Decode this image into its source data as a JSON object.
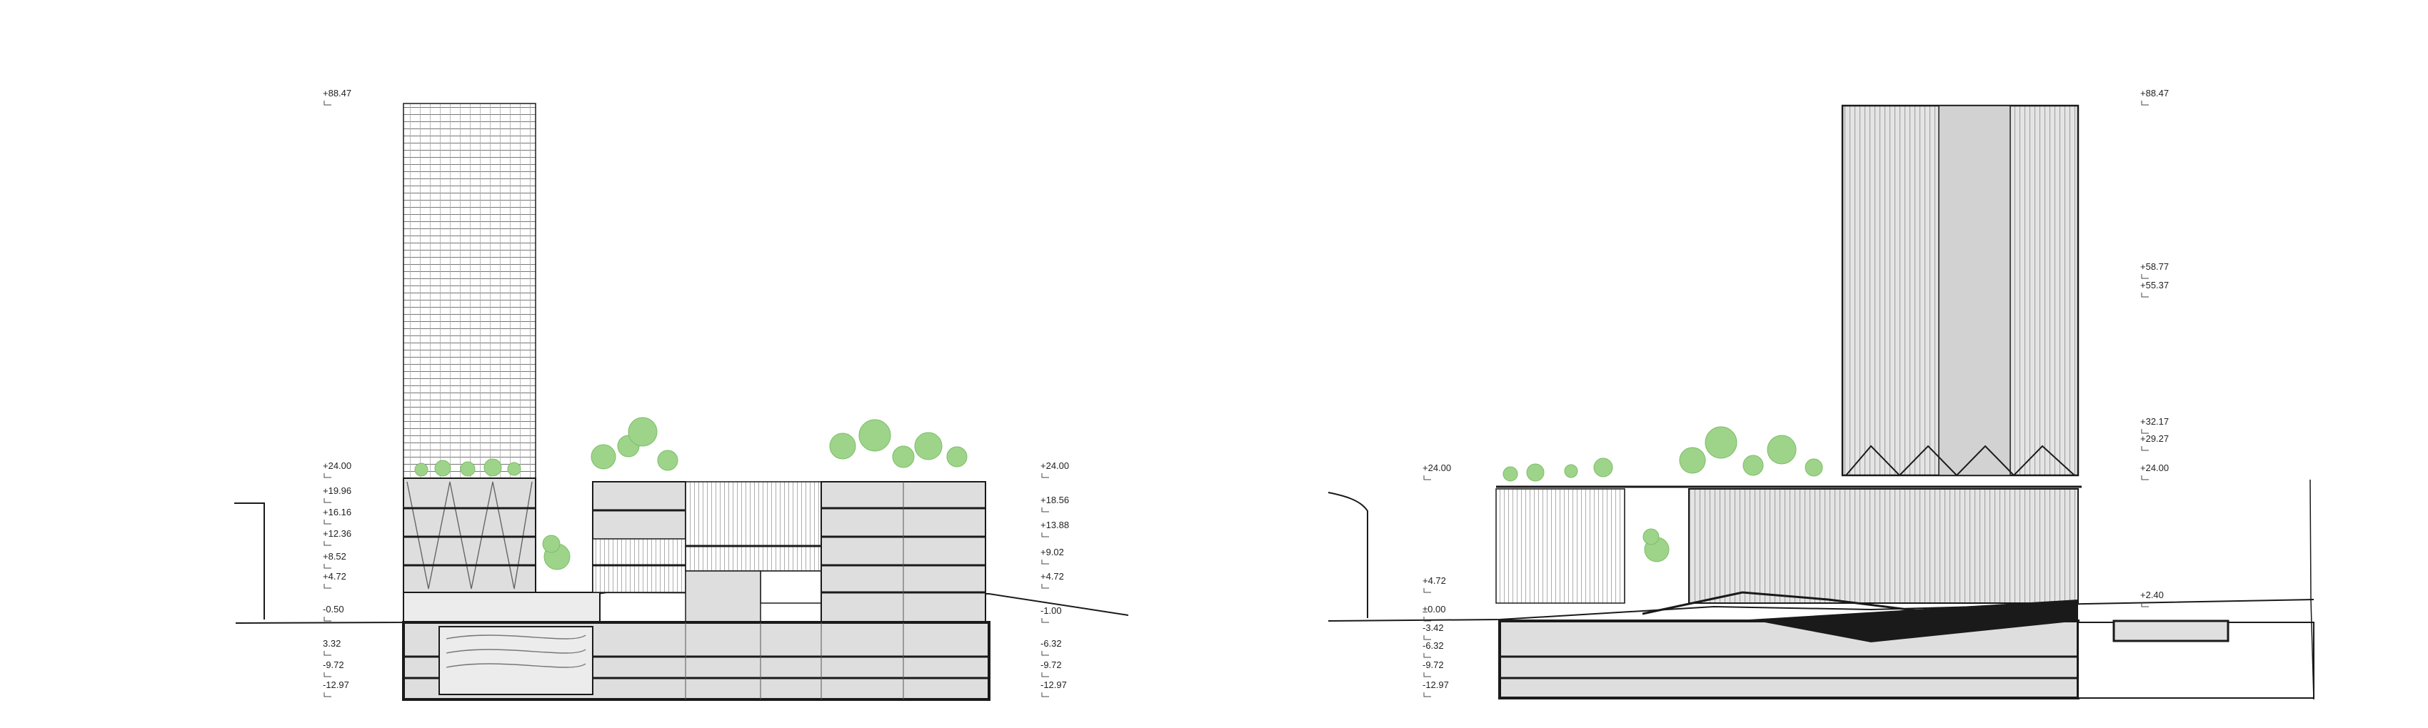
{
  "sections": [
    {
      "id": "left",
      "levels_left": [
        "+88.47",
        "+24.00",
        "+19.96",
        "+16.16",
        "+12.36",
        "+8.52",
        "+4.72",
        "-0.50",
        "3.32",
        "-9.72",
        "-12.97"
      ],
      "levels_right": [
        "+24.00",
        "+18.56",
        "+13.88",
        "+9.02",
        "+4.72",
        "-1.00",
        "-6.32",
        "-9.72",
        "-12.97"
      ]
    },
    {
      "id": "right",
      "levels_left": [
        "+24.00",
        "+4.72",
        "±0.00",
        "-3.42",
        "-6.32",
        "-9.72",
        "-12.97"
      ],
      "levels_right": [
        "+88.47",
        "+58.77",
        "+55.37",
        "+32.17",
        "+29.27",
        "+24.00",
        "+2.40"
      ]
    }
  ],
  "colors": {
    "line": "#1a1a1a",
    "fill_grey": "#dedede",
    "fill_light": "#ececec",
    "tree_green": "#9ed48a"
  }
}
